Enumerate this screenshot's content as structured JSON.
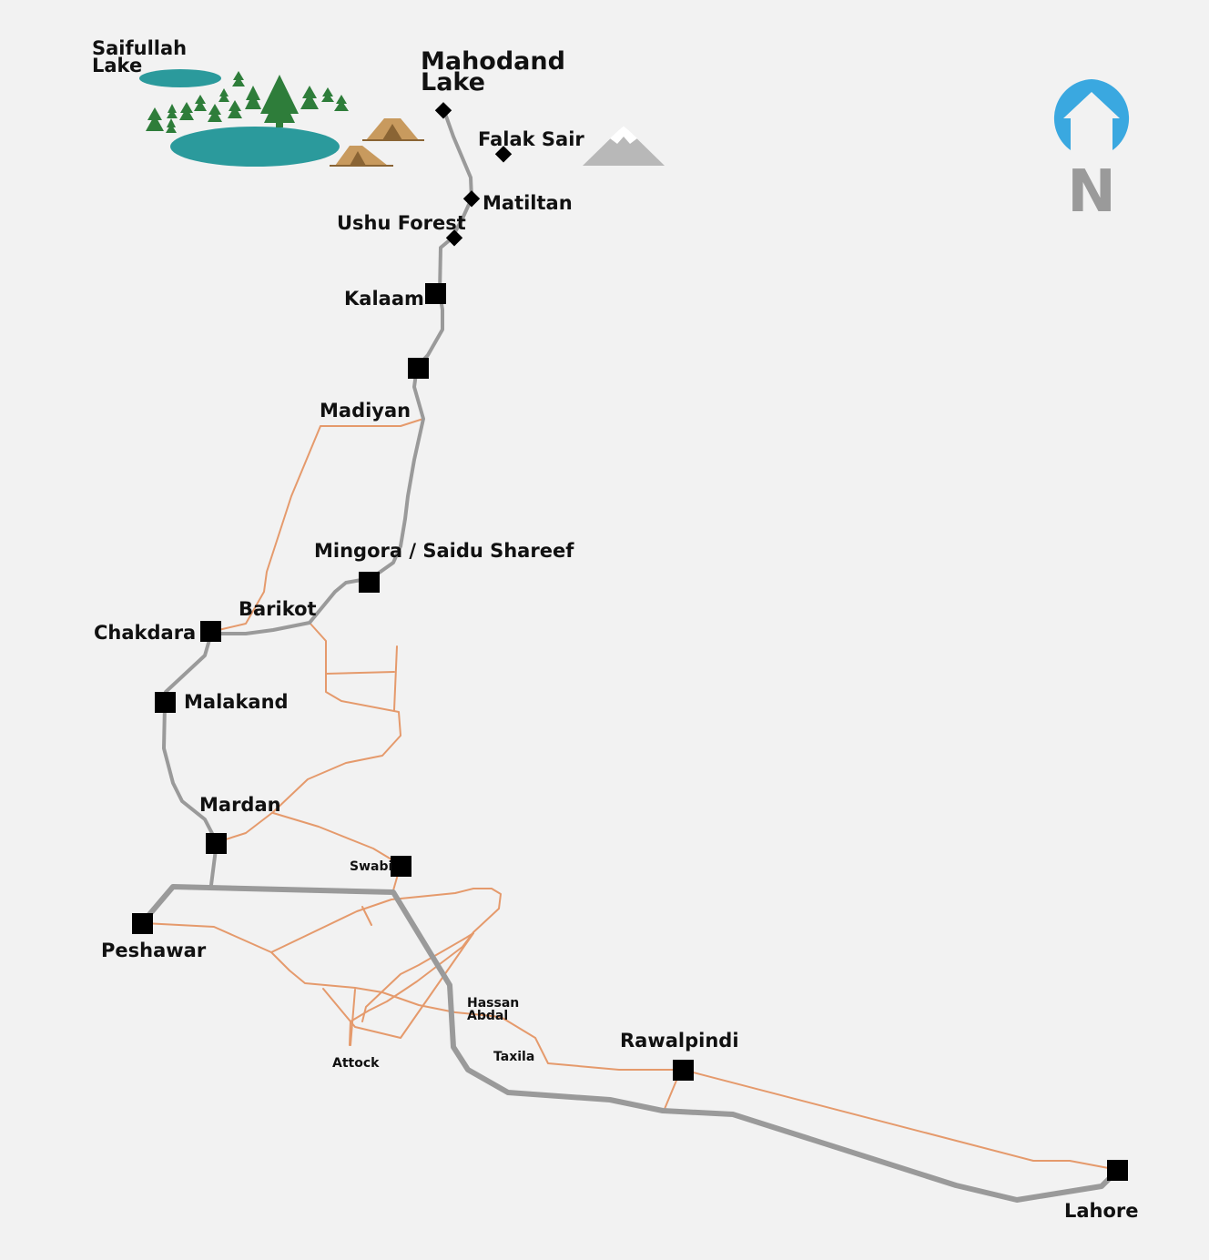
{
  "map": {
    "colors": {
      "background": "#f2f2f2",
      "main_route": "#9a9a9a",
      "roads": "#e59a6c",
      "lake": "#2b9a9c",
      "trees": "#2e7d3a",
      "tents": "#c89a5e",
      "mountain": "#b8b8b8",
      "compass": "#3aa8e0",
      "north_letter": "#9a9a9a"
    },
    "compass": {
      "letter": "N",
      "icon": "north-arrow-icon"
    },
    "labels": {
      "saifullah_line1": "Saifullah",
      "saifullah_line2": "Lake",
      "mahodand_line1": "Mahodand",
      "mahodand_line2": "Lake",
      "falak_sair": "Falak Sair",
      "matiltan": "Matiltan",
      "ushu_forest": "Ushu Forest",
      "kalaam": "Kalaam",
      "madiyan": "Madiyan",
      "mingora": "Mingora / Saidu Shareef",
      "barikot": "Barikot",
      "chakdara": "Chakdara",
      "malakand": "Malakand",
      "mardan": "Mardan",
      "swabi": "Swabi",
      "peshawar": "Peshawar",
      "hassan_line1": "Hassan",
      "hassan_line2": "Abdal",
      "taxila": "Taxila",
      "attock": "Attock",
      "rawalpindi": "Rawalpindi",
      "lahore": "Lahore"
    },
    "illustrations": [
      "lake-icon",
      "pine-tree-icon",
      "tent-icon",
      "snow-mountain-icon"
    ]
  }
}
